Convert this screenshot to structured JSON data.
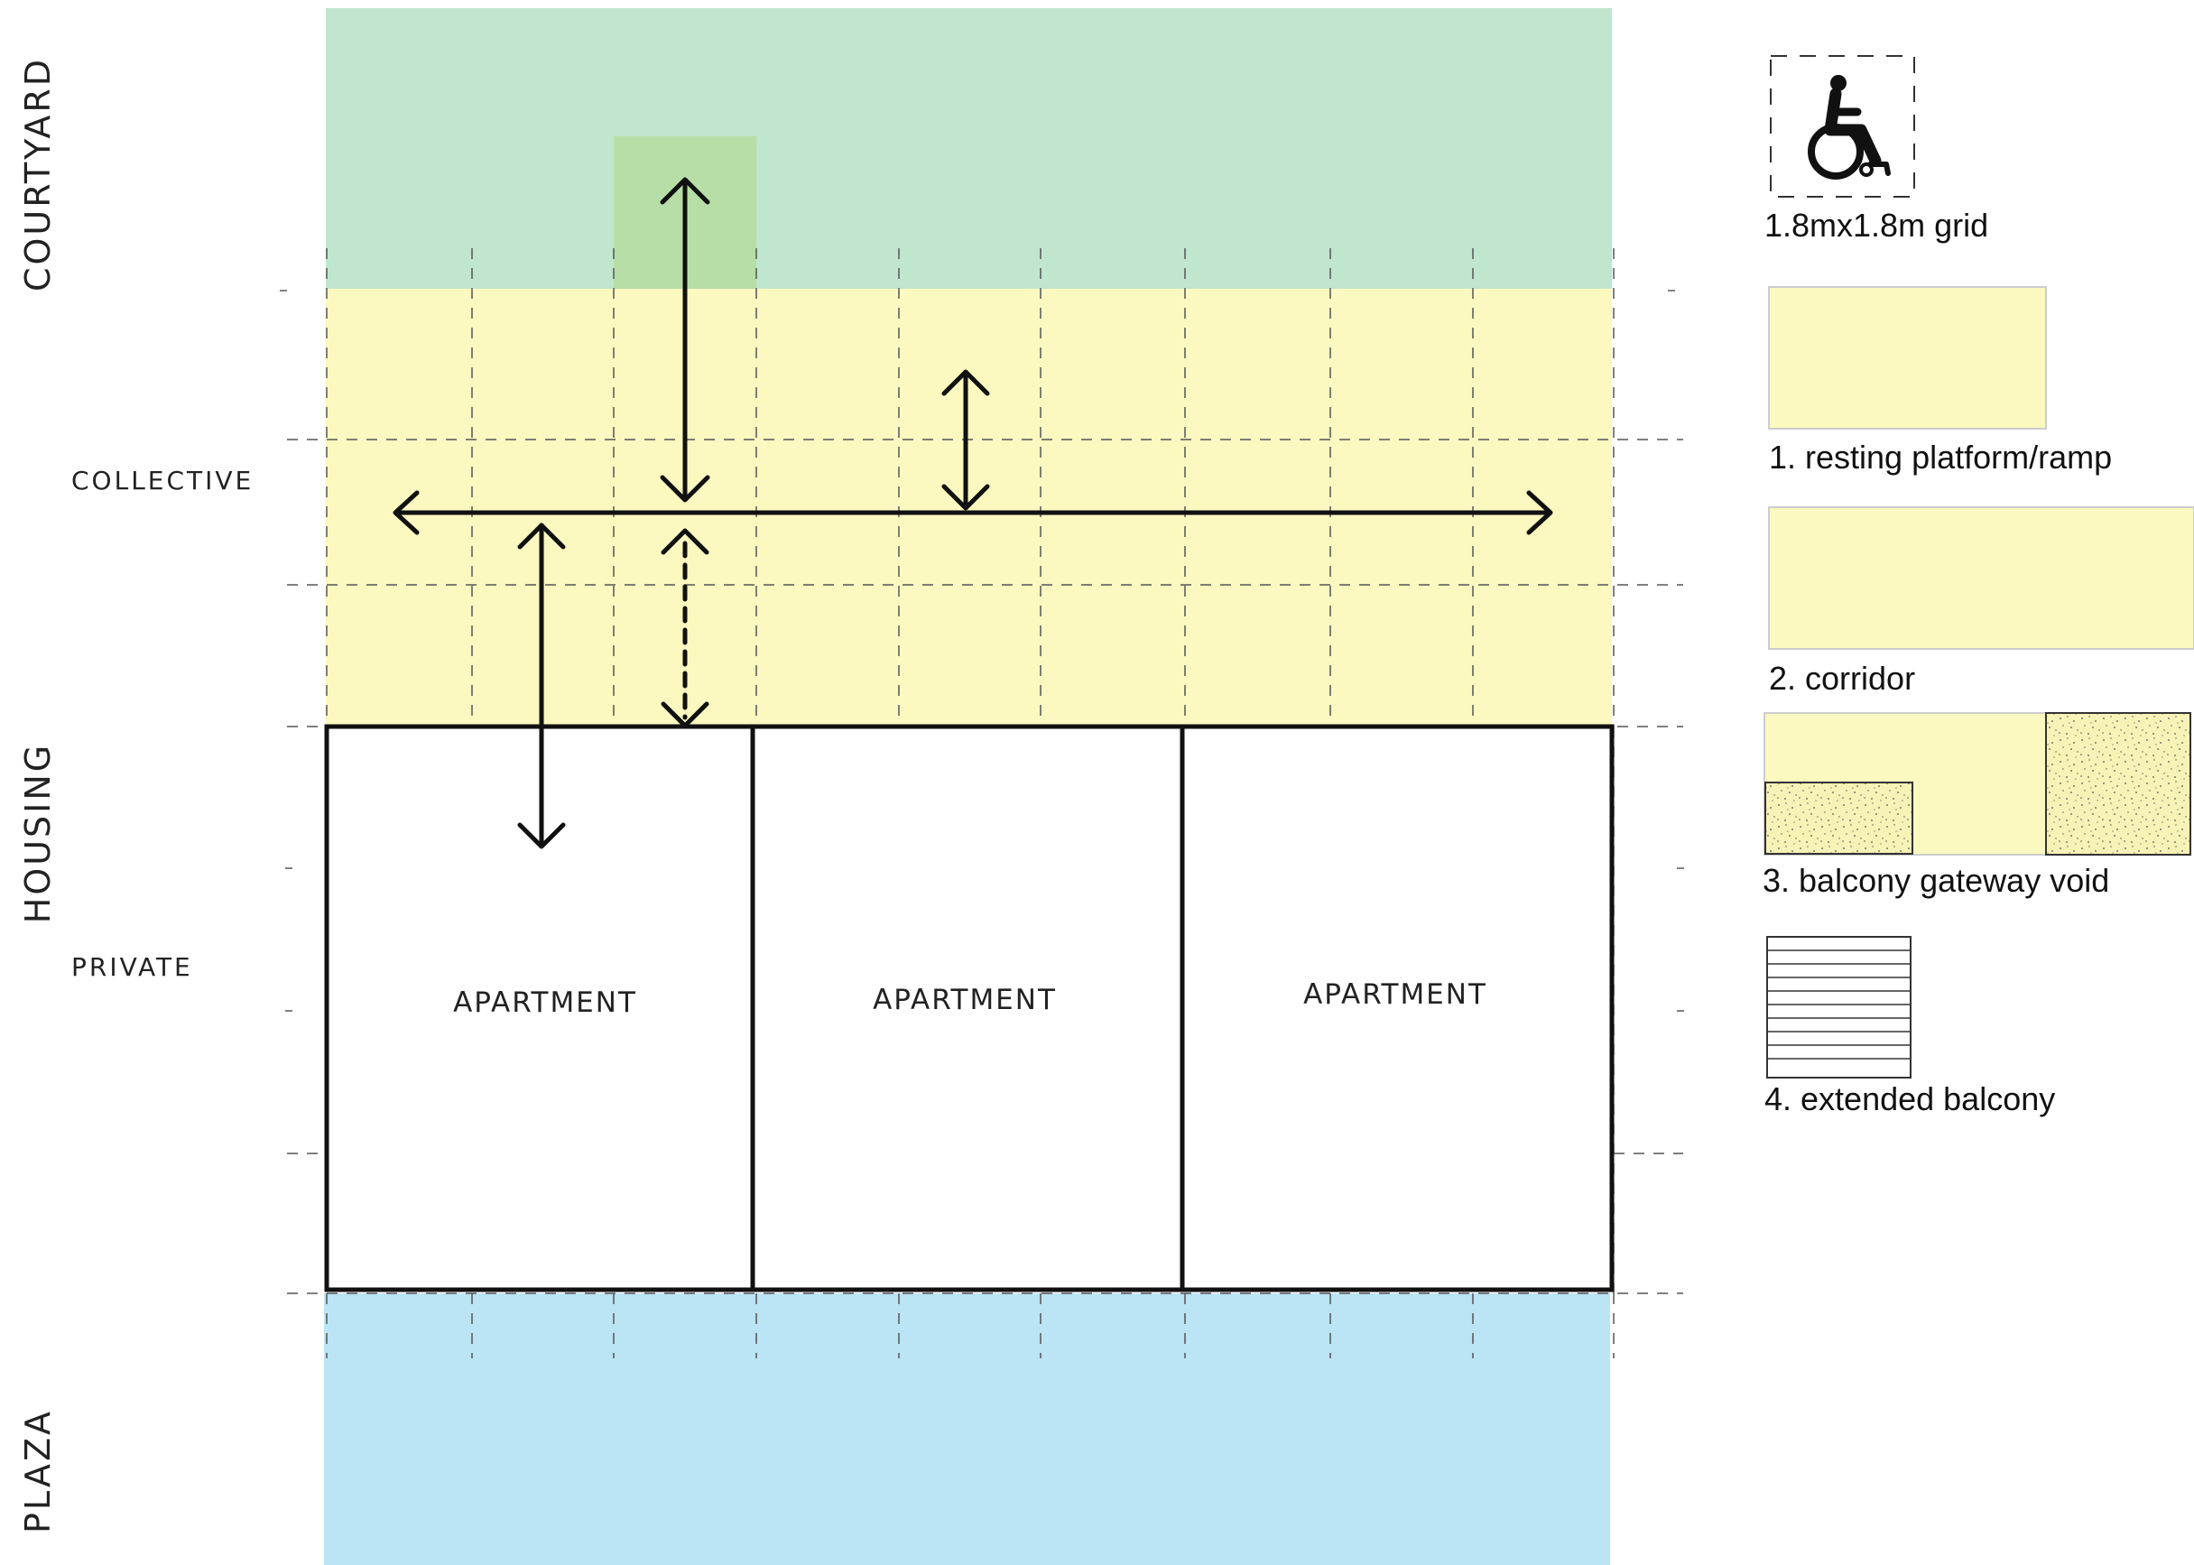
{
  "colors": {
    "courtyard": "#c0e6cd",
    "courtyard_highlight": "#b6dea6",
    "collective": "#fbf8c0",
    "plaza": "#bbe4f4",
    "line": "#111111",
    "grid": "#555555"
  },
  "zones": {
    "courtyard": "COURTYARD",
    "housing": "HOUSING",
    "plaza": "PLAZA",
    "collective": "COLLECTIVE",
    "private": "PRIVATE"
  },
  "apartments": [
    "APARTMENT",
    "APARTMENT",
    "APARTMENT"
  ],
  "legend": {
    "icon": "wheelchair-icon",
    "grid": "1.8mx1.8m grid",
    "item1": "1. resting platform/ramp",
    "item2": "2. corridor",
    "item3": "3. balcony gateway void",
    "item4": "4. extended balcony"
  }
}
